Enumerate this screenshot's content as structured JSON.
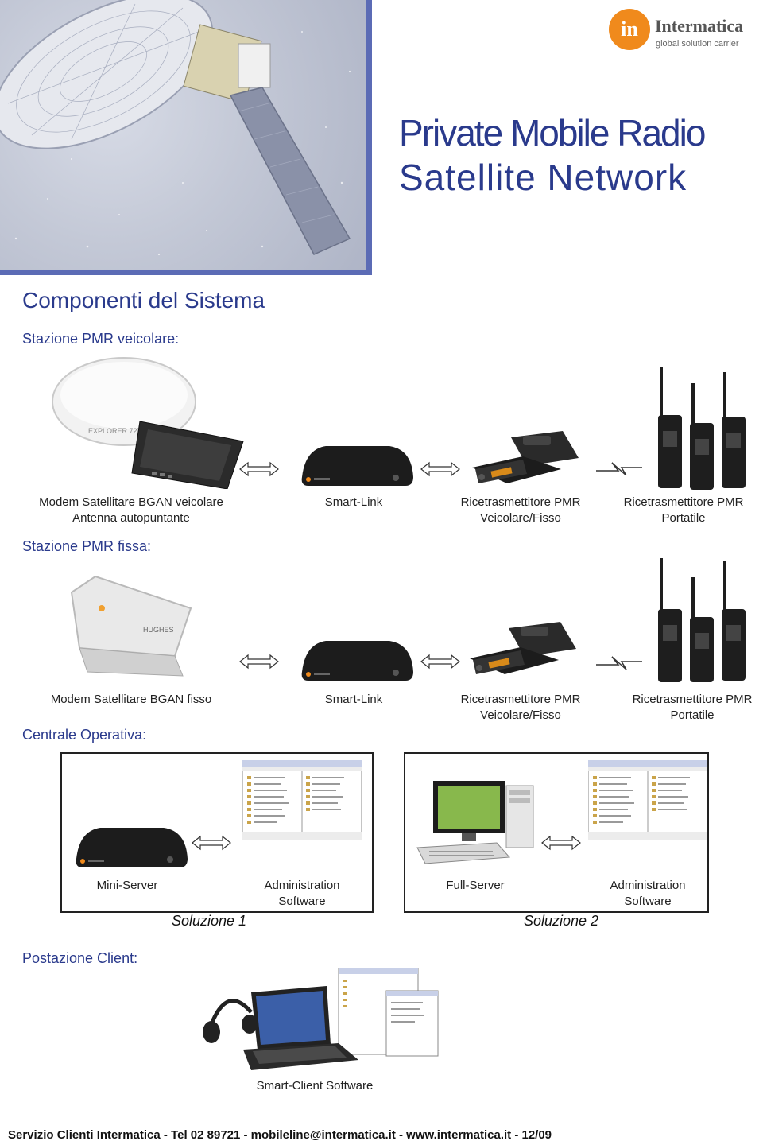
{
  "header": {
    "title_line1": "Private Mobile Radio",
    "title_line2": "Satellite Network",
    "logo_name": "Intermatica",
    "logo_tagline": "global solution carrier",
    "logo_mark": "in"
  },
  "main": {
    "heading": "Componenti del Sistema",
    "sections": {
      "vehicle": "Stazione PMR veicolare:",
      "fixed": "Stazione PMR fissa:",
      "central": "Centrale Operativa:",
      "client": "Postazione Client:"
    },
    "vehicle_captions": {
      "modem_line1": "Modem Satellitare BGAN veicolare",
      "modem_line2": "Antenna autopuntante",
      "smartlink": "Smart-Link",
      "radio_line1": "Ricetrasmettitore PMR",
      "radio_line2": "Veicolare/Fisso",
      "portable_line1": "Ricetrasmettitore PMR",
      "portable_line2": "Portatile"
    },
    "fixed_captions": {
      "modem": "Modem Satellitare BGAN fisso",
      "smartlink": "Smart-Link",
      "radio_line1": "Ricetrasmettitore PMR",
      "radio_line2": "Veicolare/Fisso",
      "portable_line1": "Ricetrasmettitore PMR",
      "portable_line2": "Portatile"
    },
    "solution1": {
      "device": "Mini-Server",
      "software_line1": "Administration",
      "software_line2": "Software",
      "label": "Soluzione 1"
    },
    "solution2": {
      "device": "Full-Server",
      "software_line1": "Administration",
      "software_line2": "Software",
      "label": "Soluzione 2"
    },
    "client_caption": "Smart-Client Software"
  },
  "footer": {
    "text": "Servizio Clienti Intermatica - Tel 02 89721 - mobileline@intermatica.it - www.intermatica.it - 12/09"
  },
  "colors": {
    "brand_blue": "#2a3a8c",
    "frame_blue": "#5b6bb5",
    "logo_orange": "#f08a1c"
  }
}
